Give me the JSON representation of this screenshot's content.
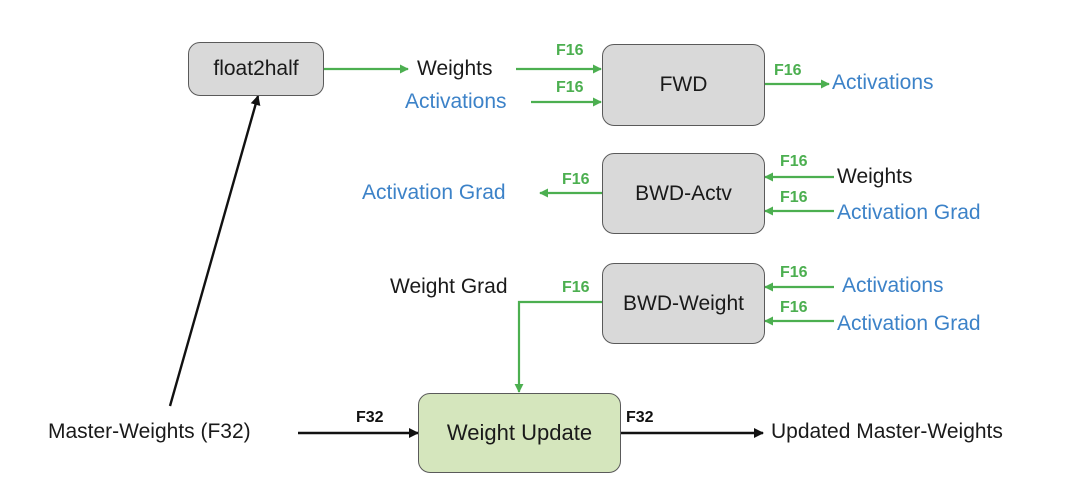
{
  "boxes": {
    "float2half": "float2half",
    "fwd": "FWD",
    "bwd_actv": "BWD-Actv",
    "bwd_weight": "BWD-Weight",
    "weight_update": "Weight Update"
  },
  "labels": {
    "weights_in_fwd": "Weights",
    "activations_in_fwd": "Activations",
    "activations_out_fwd": "Activations",
    "activation_grad_out": "Activation Grad",
    "weights_in_bwd": "Weights",
    "activation_grad_in_bwd": "Activation Grad",
    "weight_grad": "Weight Grad",
    "activations_in_bwdw": "Activations",
    "activation_grad_in_bwdw": "Activation Grad",
    "master_weights": "Master-Weights (F32)",
    "updated_master_weights": "Updated Master-Weights"
  },
  "precision_tags": {
    "f16": "F16",
    "f32": "F32"
  },
  "colors": {
    "green_arrow": "#4caf50",
    "blue_text": "#3c82c8",
    "gray_box": "#d9d9d9",
    "green_box": "#d5e6bd"
  }
}
